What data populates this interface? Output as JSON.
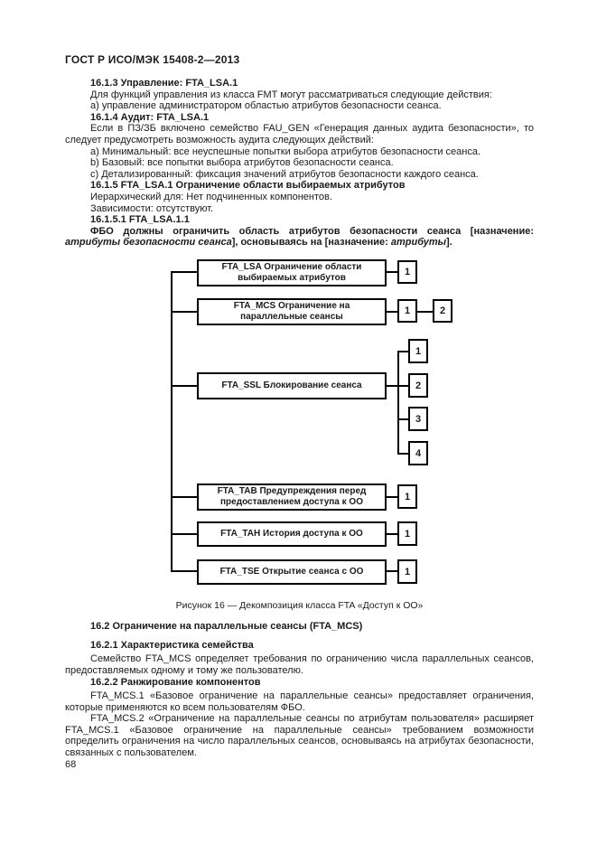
{
  "page": {
    "header": "ГОСТ Р ИСО/МЭК 15408-2—2013",
    "page_number": "68"
  },
  "section_16_1": {
    "h_16_1_3": "16.1.3 Управление: FTA_LSA.1",
    "p_16_1_3_intro": "Для функций управления из класса FMT могут рассматриваться следующие действия:",
    "li_16_1_3_a": "a) управление администратором областью атрибутов безопасности сеанса.",
    "h_16_1_4": "16.1.4 Аудит: FTA_LSA.1",
    "p_16_1_4_intro": "Если в ПЗ/ЗБ включено семейство FAU_GEN «Генерация данных аудита безопасности», то следует предусмотреть возможность аудита следующих действий:",
    "li_16_1_4_a": "a) Минимальный: все неуспешные попытки выбора атрибутов безопасности сеанса.",
    "li_16_1_4_b": "b) Базовый: все попытки выбора атрибутов безопасности сеанса.",
    "li_16_1_4_c": "c) Детализированный: фиксация значений атрибутов безопасности каждого сеанса.",
    "h_16_1_5": "16.1.5 FTA_LSA.1 Ограничение области выбираемых атрибутов",
    "p_hierarchical": "Иерархический для: Нет подчиненных компонентов.",
    "p_dependencies": "Зависимости: отсутствуют.",
    "h_16_1_5_1": "16.1.5.1 FTA_LSA.1.1",
    "fbo_runs": [
      "ФБО должны ограничить область атрибутов безопасности сеанса [назначение: ",
      "атрибуты безопасности сеанса",
      "], основываясь на [назначение: ",
      "атрибуты",
      "]."
    ]
  },
  "figure": {
    "caption": "Рисунок 16 — Декомпозиция класса FTA «Доступ к ОО»",
    "families": [
      {
        "label": "FTA_LSA Ограничение области выбираемых атрибутов",
        "components": [
          "1"
        ]
      },
      {
        "label": "FTA_MCS Ограничение на параллельные сеансы",
        "components": [
          "1",
          "2"
        ]
      },
      {
        "label": "FTA_SSL Блокирование сеанса",
        "components": [
          "1",
          "2",
          "3",
          "4"
        ]
      },
      {
        "label": "FTA_TAB Предупреждения перед предоставлением доступа к ОО",
        "components": [
          "1"
        ]
      },
      {
        "label": "FTA_TAH История доступа к ОО",
        "components": [
          "1"
        ]
      },
      {
        "label": "FTA_TSE Открытие сеанса с ОО",
        "components": [
          "1"
        ]
      }
    ]
  },
  "section_16_2": {
    "h_16_2": "16.2 Ограничение на параллельные сеансы (FTA_MCS)",
    "h_16_2_1": "16.2.1 Характеристика семейства",
    "p_16_2_1": "Семейство FTA_MCS определяет требования по ограничению числа параллельных сеансов, предоставляемых одному и тому же пользователю.",
    "h_16_2_2": "16.2.2 Ранжирование компонентов",
    "p_16_2_2_1": "FTA_MCS.1 «Базовое ограничение на параллельные сеансы» предоставляет ограничения, которые применяются ко всем пользователям ФБО.",
    "p_16_2_2_2": "FTA_MCS.2 «Ограничение на параллельные сеансы по атрибутам пользователя» расширяет FTA_MCS.1 «Базовое ограничение на параллельные сеансы» требованием возможности определить ограничения на число параллельных сеансов, основываясь на атрибутах безопасности, связанных с пользователем."
  }
}
